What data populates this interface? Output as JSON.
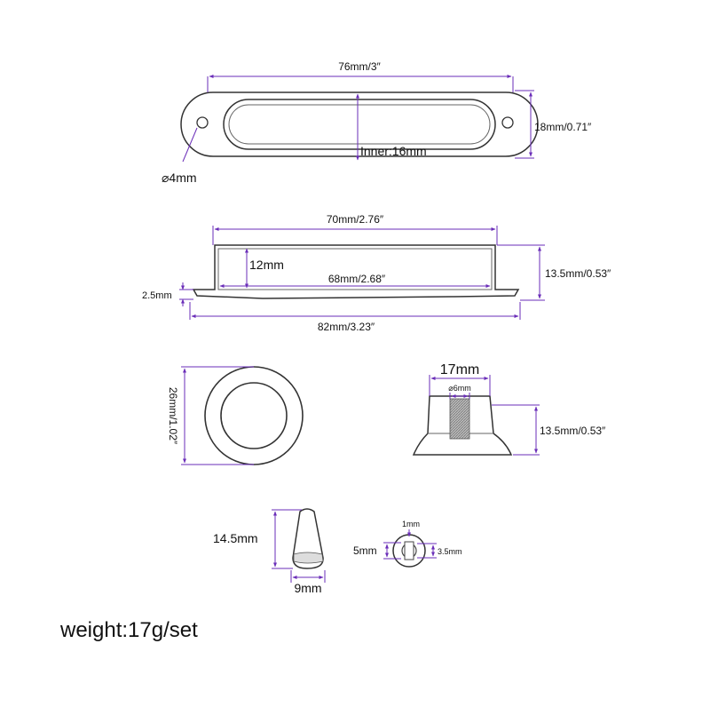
{
  "cover_top": {
    "width_label": "76mm/3″",
    "height_label": "18mm/0.71″",
    "inner_label": "Inner:16mm",
    "hole_label": "⌀4mm"
  },
  "cover_side": {
    "top_label": "70mm/2.76″",
    "height_label": "12mm",
    "inner_label": "68mm/2.68″",
    "base_label": "2.5mm",
    "bottom_label": "82mm/3.23″",
    "total_height_label": "13.5mm/0.53″"
  },
  "ring": {
    "diameter_label": "26mm/1.02″"
  },
  "knob": {
    "width_label": "17mm",
    "hole_label": "⌀6mm",
    "height_label": "13.5mm/0.53″"
  },
  "switch_tip": {
    "height_label": "14.5mm",
    "width_label": "9mm"
  },
  "tip_hole": {
    "top_label": "1mm",
    "left_label": "5mm",
    "right_label": "3.5mm"
  },
  "footer": {
    "weight_label": "weight:17g/set"
  },
  "colors": {
    "dimension": "#6a2db8",
    "outline": "#333333"
  }
}
